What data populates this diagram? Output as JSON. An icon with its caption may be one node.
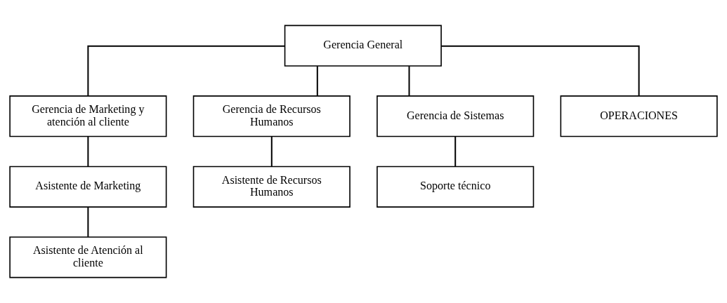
{
  "diagram": {
    "nodes": [
      {
        "text": [
          "Gerencia General"
        ]
      },
      {
        "text": [
          "Gerencia de Marketing y atención al cliente"
        ]
      },
      {
        "text": [
          "Gerencia de Recursos Humanos"
        ]
      },
      {
        "text": [
          "Gerencia de Sistemas"
        ]
      },
      {
        "text": [
          "OPERACIONES"
        ]
      },
      {
        "text": [
          "Asistente de Marketing"
        ]
      },
      {
        "text": [
          "Asistente de Recursos Humanos"
        ]
      },
      {
        "text": [
          "Soporte técnico"
        ]
      },
      {
        "text": [
          "Asistente de Atención al cliente"
        ]
      }
    ],
    "edges": [
      {
        "from": 0,
        "to": 1,
        "arrow": "none"
      },
      {
        "from": 0,
        "to": 2,
        "arrow": "none"
      },
      {
        "from": 0,
        "to": 3,
        "arrow": "none"
      },
      {
        "from": 0,
        "to": 4,
        "arrow": "none"
      },
      {
        "from": 1,
        "to": 5,
        "arrow": "none"
      },
      {
        "from": 5,
        "to": 8,
        "arrow": "none"
      },
      {
        "from": 2,
        "to": 6,
        "arrow": "none"
      },
      {
        "from": 3,
        "to": 7,
        "arrow": "none"
      }
    ]
  }
}
